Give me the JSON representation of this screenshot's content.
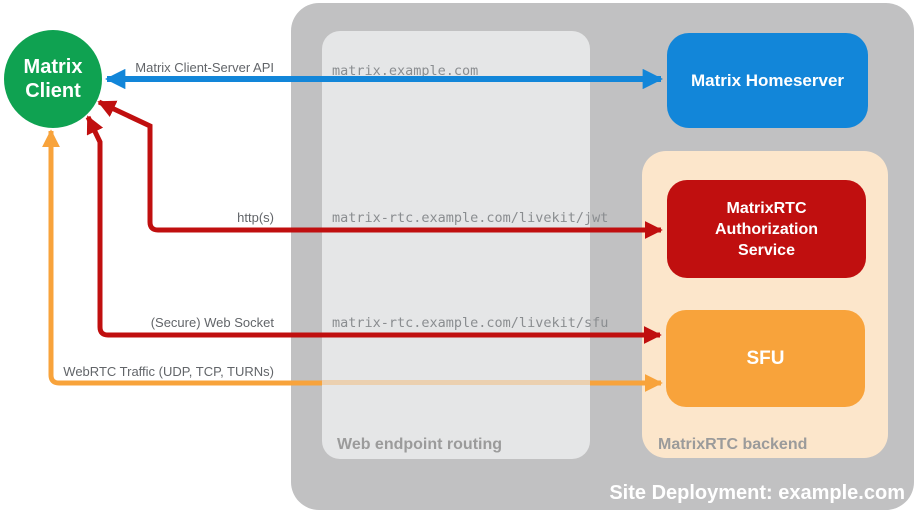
{
  "colors": {
    "green": "#0FA251",
    "blue": "#1286D9",
    "red": "#C00F0F",
    "orange": "#F8A33B",
    "peach": "#FCE6CB",
    "container_gray": "#C1C1C2",
    "panel_gray": "#E5E6E7",
    "label_gray": "#9B9B9B",
    "arrow_label_gray": "#626569",
    "endpoint_text_gray": "#8A8D90"
  },
  "nodes": {
    "client": {
      "line1": "Matrix",
      "line2": "Client"
    },
    "homeserver": {
      "label": "Matrix Homeserver"
    },
    "auth": {
      "line1": "MatrixRTC",
      "line2": "Authorization",
      "line3": "Service"
    },
    "sfu": {
      "label": "SFU"
    }
  },
  "containers": {
    "site": {
      "label": "Site Deployment: example.com"
    },
    "routing": {
      "label": "Web endpoint routing"
    },
    "backend": {
      "label": "MatrixRTC backend"
    }
  },
  "endpoints": {
    "homeserver": "matrix.example.com",
    "jwt": "matrix-rtc.example.com/livekit/jwt",
    "sfu": "matrix-rtc.example.com/livekit/sfu"
  },
  "arrows": {
    "client_server_api": {
      "label": "Matrix Client-Server API"
    },
    "https": {
      "label": "http(s)"
    },
    "websocket": {
      "label": "(Secure) Web Socket"
    },
    "webrtc": {
      "label": "WebRTC Traffic (UDP, TCP, TURNs)"
    }
  }
}
